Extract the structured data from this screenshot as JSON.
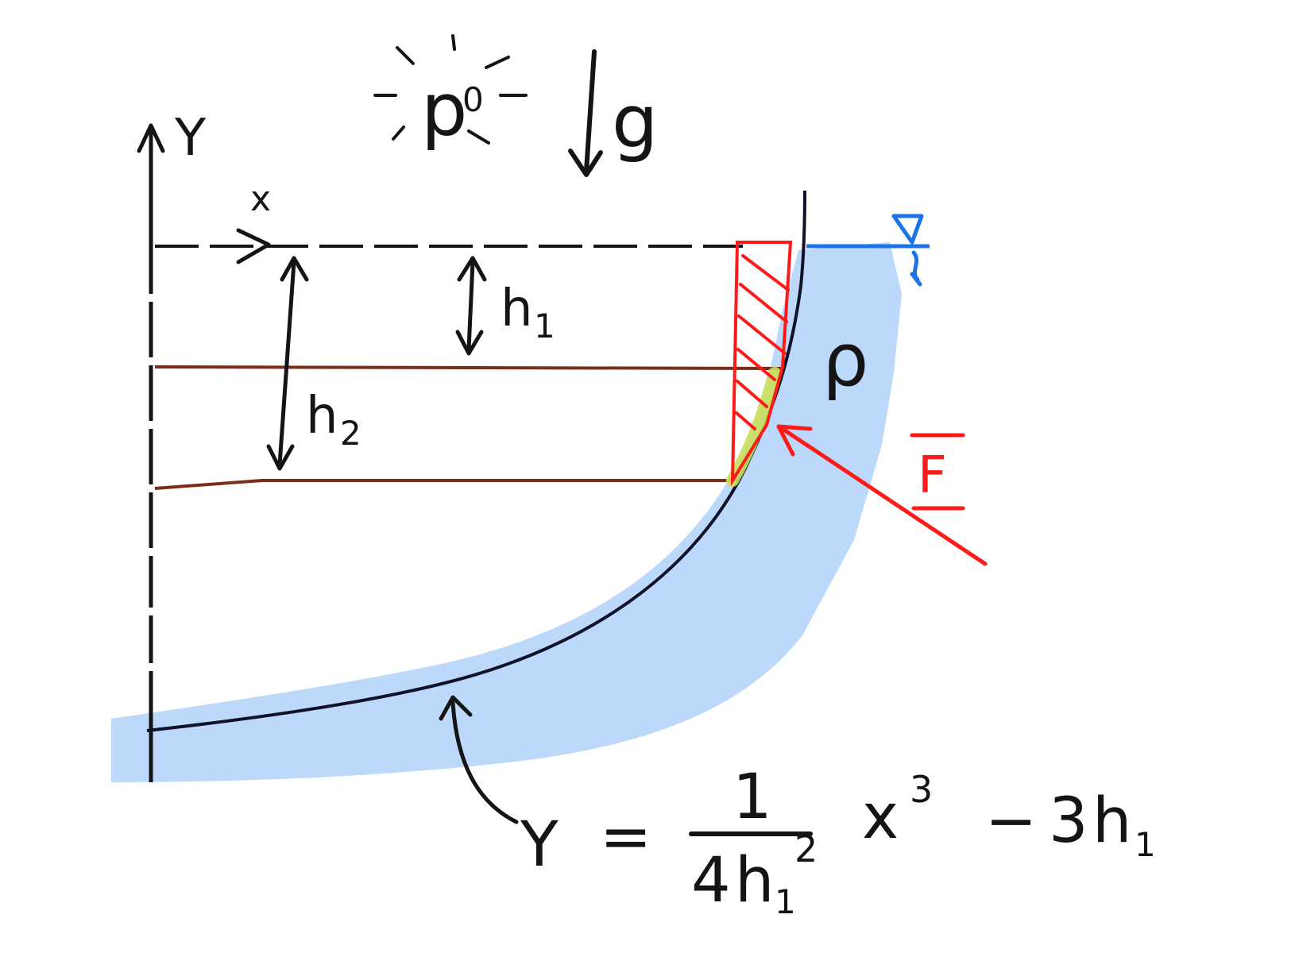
{
  "labels": {
    "y_axis": "Y",
    "x_axis": "x",
    "ambient_pressure": "p",
    "ambient_pressure_sub": "0",
    "gravity": "g",
    "h1": "h",
    "h1_sub": "1",
    "h2": "h",
    "h2_sub": "2",
    "density": "ρ",
    "force": "F"
  },
  "equation": {
    "lhs": "Y",
    "equals": "=",
    "numerator": "1",
    "denominator_coef": "4",
    "denominator_var": "h",
    "denominator_sub": "1",
    "denominator_exp": "2",
    "term_var": "x",
    "term_exp": "3",
    "minus": "−",
    "const_coef": "3",
    "const_var": "h",
    "const_sub": "1"
  },
  "colors": {
    "ink": "#141414",
    "fluid": "#bcd9fb",
    "highlight_red": "#ff1a1a",
    "free_surface_blue": "#1a73e8",
    "level_line_brown": "#7a2e1a",
    "contact_yellow_green": "#c8e05a"
  }
}
